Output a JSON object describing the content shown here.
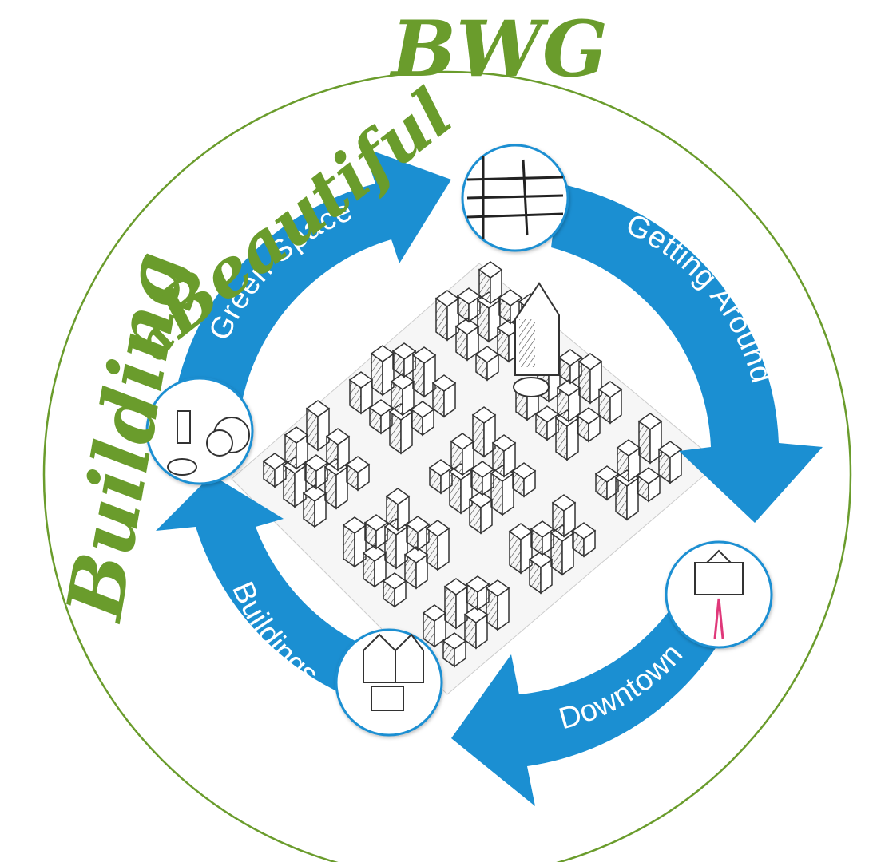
{
  "title": {
    "part1": "Building",
    "part2": "a",
    "part3": "Beautiful",
    "part4": "BWG"
  },
  "segments": [
    {
      "label": "Green Space",
      "icon": "park-trees-icon"
    },
    {
      "label": "Getting Around",
      "icon": "street-grid-icon"
    },
    {
      "label": "Downtown",
      "icon": "town-hall-street-icon"
    },
    {
      "label": "Buildings",
      "icon": "houses-icon"
    }
  ],
  "colors": {
    "arrow_blue": "#1b8fd2",
    "ring_green": "#6a9c2c",
    "title_green": "#6a9c2c",
    "sketch_ink": "#333333"
  }
}
